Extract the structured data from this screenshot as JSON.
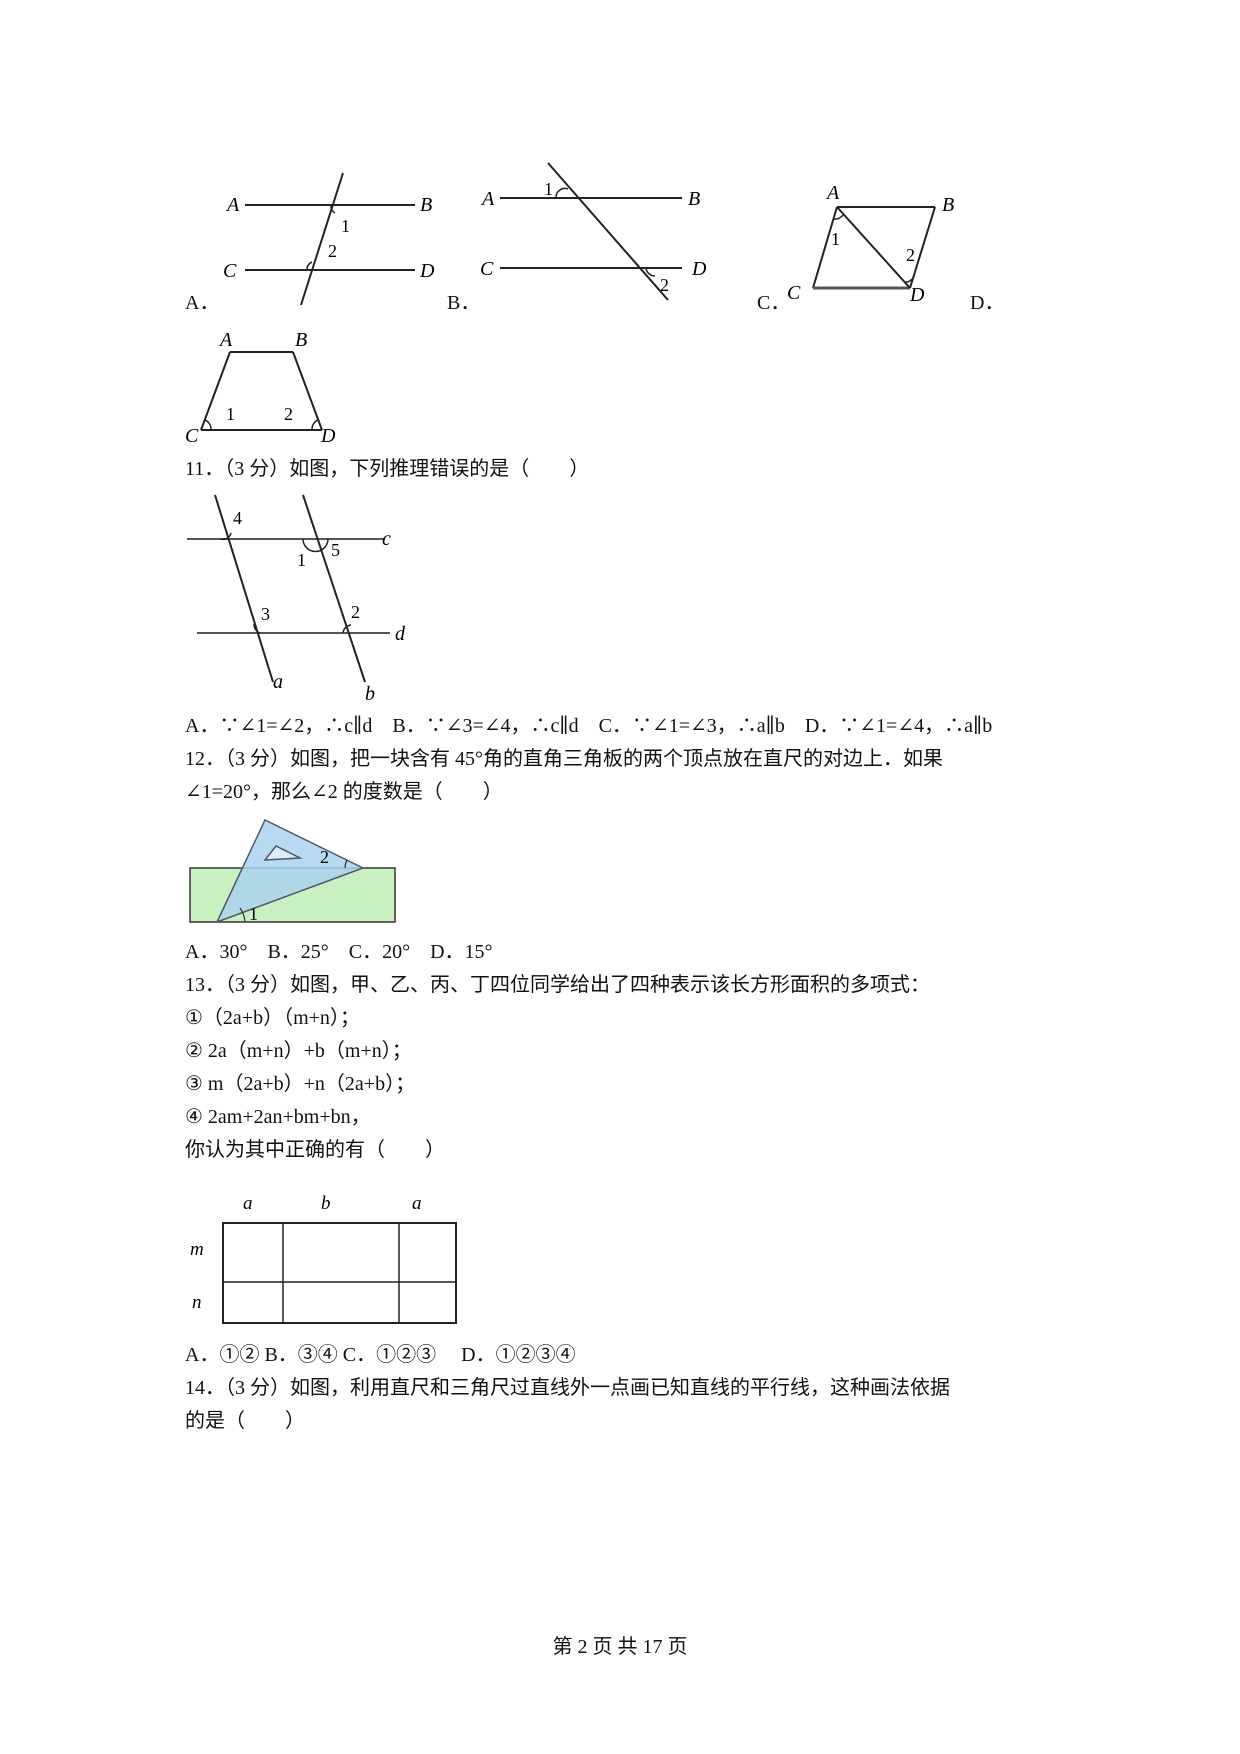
{
  "q10": {
    "options": [
      "A．",
      "B．",
      "C．",
      "D．"
    ],
    "figA": {
      "A": "A",
      "B": "B",
      "C": "C",
      "D": "D",
      "a1": "1",
      "a2": "2"
    },
    "figB": {
      "A": "A",
      "B": "B",
      "C": "C",
      "D": "D",
      "a1": "1",
      "a2": "2"
    },
    "figC": {
      "A": "A",
      "B": "B",
      "C": "C",
      "D": "D",
      "a1": "1",
      "a2": "2"
    },
    "figD": {
      "A": "A",
      "B": "B",
      "C": "C",
      "D": "D",
      "a1": "1",
      "a2": "2"
    }
  },
  "q11": {
    "stem": "11．（3 分）如图，下列推理错误的是（　　）",
    "fig": {
      "n4": "4",
      "n1": "1",
      "n5": "5",
      "c": "c",
      "n3": "3",
      "n2": "2",
      "d": "d",
      "a": "a",
      "b": "b"
    },
    "options": "A．∵∠1=∠2，∴c∥d　B．∵∠3=∠4，∴c∥d　C．∵∠1=∠3，∴a∥b　D．∵∠1=∠4，∴a∥b"
  },
  "q12": {
    "stem_line1": "12．（3 分）如图，把一块含有 45°角的直角三角板的两个顶点放在直尺的对边上．如果",
    "stem_line2": "∠1=20°，那么∠2 的度数是（　　）",
    "fig": {
      "n1": "1",
      "n2": "2"
    },
    "options": "A．30°　B．25°　C．20°　D．15°",
    "colors": {
      "ruler": "#c8f0c0",
      "triangle": "#a9d4ee"
    }
  },
  "q13": {
    "stem": "13．（3 分）如图，甲、乙、丙、丁四位同学给出了四种表示该长方形面积的多项式：",
    "items": [
      "①（2a+b）（m+n）；",
      "② 2a（m+n）+b（m+n）；",
      "③ m（2a+b）+n（2a+b）；",
      "④ 2am+2an+bm+bn，"
    ],
    "ask": "你认为其中正确的有（　　）",
    "fig": {
      "top_a1": "a",
      "top_b": "b",
      "top_a2": "a",
      "left_m": "m",
      "left_n": "n"
    },
    "options": "A．①② B．③④ C．①②③　 D．①②③④"
  },
  "q14": {
    "stem_line1": "14．（3 分）如图，利用直尺和三角尺过直线外一点画已知直线的平行线，这种画法依据",
    "stem_line2": "的是（　　）"
  },
  "footer": "第 2 页 共 17 页"
}
